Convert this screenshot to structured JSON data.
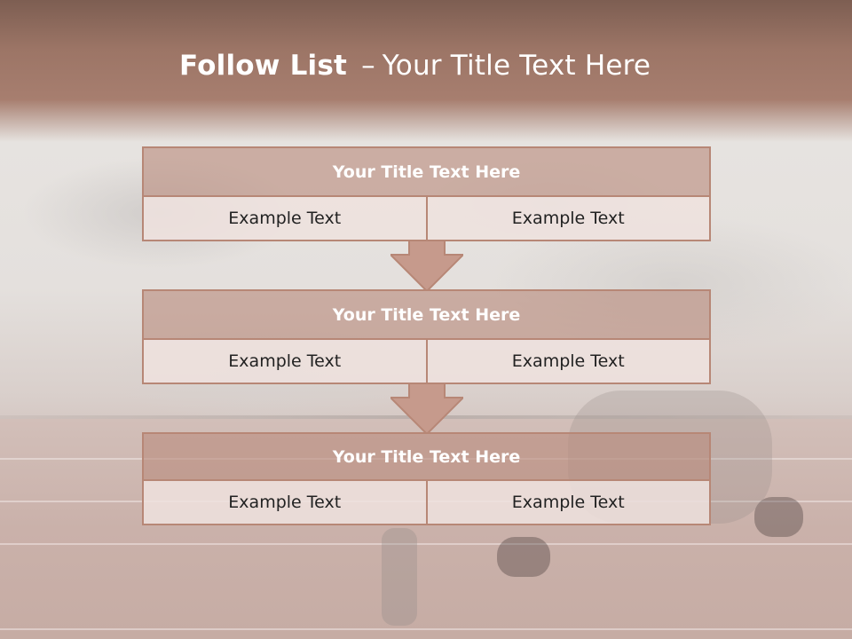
{
  "slide": {
    "title_bold": "Follow List",
    "title_separator": "–",
    "title_rest": "Your Title Text Here"
  },
  "blocks": [
    {
      "title": "Your Title Text Here",
      "left_text": "Example Text",
      "right_text": "Example Text"
    },
    {
      "title": "Your Title Text Here",
      "left_text": "Example Text",
      "right_text": "Example Text"
    },
    {
      "title": "Your Title Text Here",
      "left_text": "Example Text",
      "right_text": "Example Text"
    }
  ],
  "colors": {
    "header": "#9c7566",
    "block_border": "#b78776",
    "block_title_fill": "#ba8d7e",
    "cell_fill": "#eee2de",
    "arrow_fill": "#c69a8c"
  }
}
